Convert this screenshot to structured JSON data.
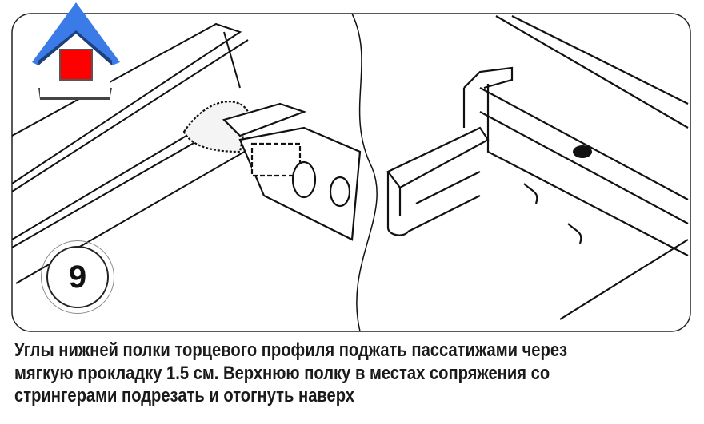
{
  "step": {
    "number": "9"
  },
  "logo": {
    "icon": "house-icon",
    "roof_color": "#3b7be8",
    "door_color": "#ff0000"
  },
  "caption": {
    "lines": [
      "Углы нижней полки торцевого профиля поджать пассатижами через",
      "мягкую прокладку 1.5 см. Верхнюю полку в местах сопряжения со",
      "стрингерами подрезать и отогнуть наверх"
    ]
  }
}
